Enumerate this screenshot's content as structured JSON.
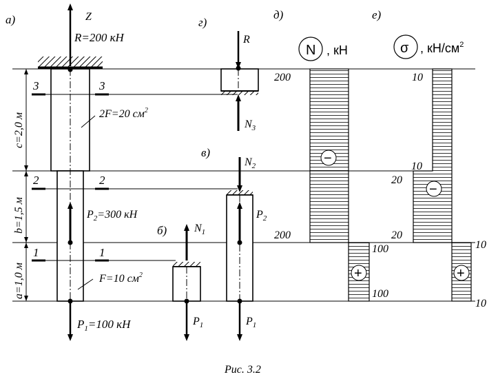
{
  "view_labels": {
    "a": "а)",
    "b": "б)",
    "v": "в)",
    "g": "г)",
    "d": "д)",
    "e": "е)"
  },
  "loads": {
    "z": "Z",
    "r_top": "R=200 кН",
    "r": "R",
    "n1": "N",
    "n2": "N",
    "n3": "N",
    "sub1": "1",
    "sub2": "2",
    "sub3": "3",
    "p1_main": "P",
    "p1_main_rest": "=100 кН",
    "p2_main": "P",
    "p2_main_rest": "=300 кН",
    "p1": "P",
    "p2": "P"
  },
  "areas": {
    "upper": "2F=20 см",
    "lower": "F=10 см",
    "sq": "2"
  },
  "dimensions": {
    "c": "c=2,0 м",
    "b": "b=1,5 м",
    "a": "a=1,0 м"
  },
  "sections": [
    "1",
    "2",
    "3"
  ],
  "diagram_n": {
    "symbol": "N",
    "unit": ", кН",
    "values": [
      "200",
      "200",
      "100",
      "100"
    ]
  },
  "diagram_sigma": {
    "symbol": "σ",
    "unit": ", кН/см",
    "unit_sup": "2",
    "values": [
      "10",
      "10",
      "20",
      "20",
      "10",
      "10"
    ]
  },
  "signs": {
    "minus": "−",
    "plus": "+"
  },
  "caption": "Рис. 3.2"
}
